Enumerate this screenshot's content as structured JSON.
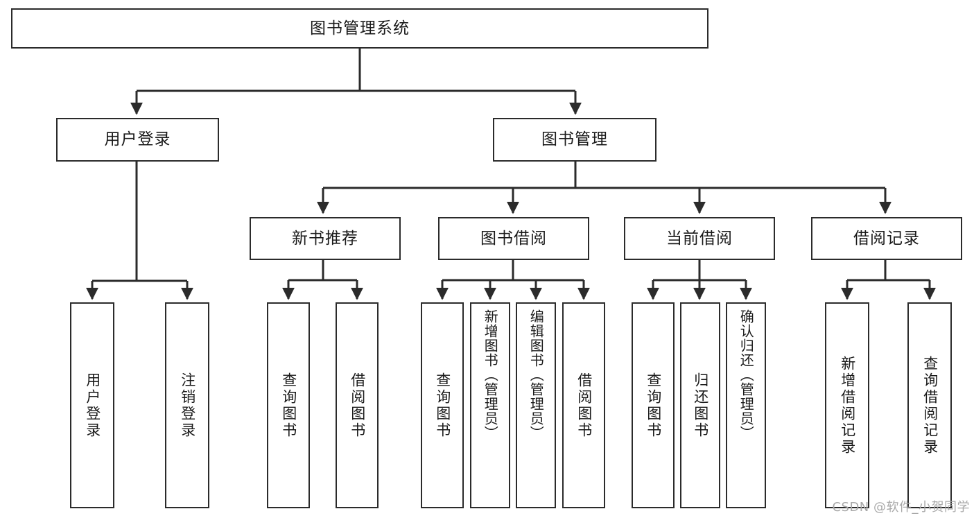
{
  "diagram": {
    "title": "图书管理系统",
    "type": "hierarchy-tree",
    "watermark": "CSDN @软件_小贺同学",
    "colors": {
      "node_border": "#2b2b2b",
      "node_fill": "#ffffff",
      "edge": "#2b2b2b",
      "text": "#1a1a1a",
      "watermark": "#a8a8a8",
      "background": "#ffffff"
    }
  },
  "nodes": {
    "root": {
      "label": "图书管理系统"
    },
    "level2": [
      {
        "label": "用户登录"
      },
      {
        "label": "图书管理"
      }
    ],
    "level3": [
      {
        "label": "新书推荐"
      },
      {
        "label": "图书借阅"
      },
      {
        "label": "当前借阅"
      },
      {
        "label": "借阅记录"
      }
    ],
    "leaves": {
      "user_login": [
        {
          "label": "用户登录"
        },
        {
          "label": "注销登录"
        }
      ],
      "new_book_recommend": [
        {
          "label": "查询图书"
        },
        {
          "label": "借阅图书"
        }
      ],
      "book_borrow": [
        {
          "label": "查询图书"
        },
        {
          "label": "新增图书（管理员）"
        },
        {
          "label": "编辑图书（管理员）"
        },
        {
          "label": "借阅图书"
        }
      ],
      "current_borrow": [
        {
          "label": "查询图书"
        },
        {
          "label": "归还图书"
        },
        {
          "label": "确认归还（管理员）"
        }
      ],
      "borrow_record": [
        {
          "label": "新增借阅记录"
        },
        {
          "label": "查询借阅记录"
        }
      ]
    }
  }
}
